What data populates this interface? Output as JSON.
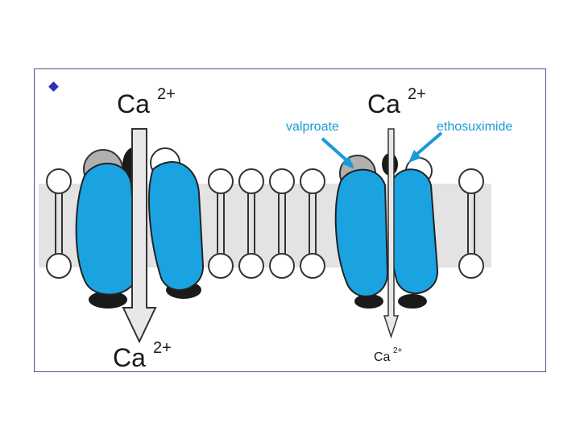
{
  "bullet_icon": "diamond-bullet",
  "colors": {
    "membrane": "#e3e3e3",
    "channel_subunit": "#1aa3e0",
    "channel_back": "#a8a8a8",
    "channel_dark": "#1a1a1a",
    "arrow_fill": "#e8e8e8",
    "drug_label": "#1a9ad6",
    "frame_border": "#4a4f9a",
    "bullet": "#2b2fb8"
  },
  "left_channel": {
    "top_label": {
      "base": "Ca",
      "charge": "2+"
    },
    "bottom_label": {
      "base": "Ca",
      "charge": "2+"
    }
  },
  "right_channel": {
    "top_label": {
      "base": "Ca",
      "charge": "2+"
    },
    "bottom_label": {
      "base": "Ca",
      "charge": "2+"
    },
    "drug_labels": {
      "valproate": "valproate",
      "ethosuximide": "ethosuximide"
    }
  }
}
